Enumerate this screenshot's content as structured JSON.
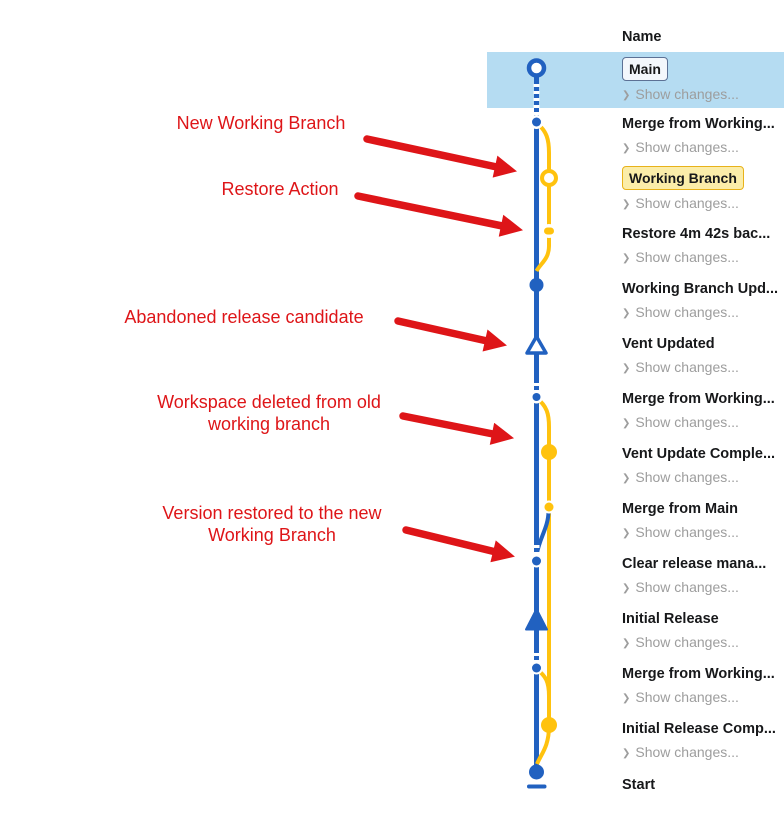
{
  "table": {
    "name_header": "Name",
    "show_changes_label": "Show changes...",
    "chevron_glyph": "❯",
    "rows": [
      {
        "name": "Main",
        "badge": "main",
        "selected": true
      },
      {
        "name": "Merge from Working..."
      },
      {
        "name": "Working Branch",
        "badge": "working"
      },
      {
        "name": "Restore 4m 42s bac..."
      },
      {
        "name": "Working Branch Upd..."
      },
      {
        "name": "Vent Updated"
      },
      {
        "name": "Merge from Working..."
      },
      {
        "name": "Vent Update Comple..."
      },
      {
        "name": "Merge from Main"
      },
      {
        "name": "Clear release mana..."
      },
      {
        "name": "Initial Release"
      },
      {
        "name": "Merge from Working..."
      },
      {
        "name": "Initial Release Comp..."
      },
      {
        "name": "Start"
      }
    ]
  },
  "annotations": [
    {
      "text": "New Working Branch"
    },
    {
      "text": "Restore Action"
    },
    {
      "text": "Abandoned release candidate"
    },
    {
      "text": "Workspace deleted from old\nworking branch"
    },
    {
      "text": "Version restored to the new\nWorking Branch"
    }
  ],
  "graph": {
    "branches": [
      {
        "name": "main",
        "color": "#2161c0"
      },
      {
        "name": "working-branch",
        "color": "#ffc20e"
      }
    ],
    "nodes": [
      {
        "label": "Main",
        "marker": "open-circle",
        "branch": "main"
      },
      {
        "label": "Merge from Working...",
        "marker": "small-dot",
        "branch": "main"
      },
      {
        "label": "Working Branch",
        "marker": "open-circle",
        "branch": "working-branch"
      },
      {
        "label": "Restore 4m 42s bac...",
        "marker": "dash",
        "branch": "working-branch"
      },
      {
        "label": "Working Branch Upd...",
        "marker": "solid-dot",
        "branch": "main"
      },
      {
        "label": "Vent Updated",
        "marker": "open-triangle",
        "branch": "main"
      },
      {
        "label": "Merge from Working...",
        "marker": "small-dot",
        "branch": "main"
      },
      {
        "label": "Vent Update Comple...",
        "marker": "solid-dot",
        "branch": "working-branch"
      },
      {
        "label": "Merge from Main",
        "marker": "small-dot",
        "branch": "working-branch"
      },
      {
        "label": "Clear release mana...",
        "marker": "small-dot",
        "branch": "main"
      },
      {
        "label": "Initial Release",
        "marker": "solid-triangle",
        "branch": "main"
      },
      {
        "label": "Merge from Working...",
        "marker": "small-dot",
        "branch": "main"
      },
      {
        "label": "Initial Release Comp...",
        "marker": "solid-dot",
        "branch": "working-branch"
      },
      {
        "label": "Start",
        "marker": "terminator-dot",
        "branch": "main"
      }
    ]
  },
  "colors": {
    "branch_blue": "#2161c0",
    "branch_yellow": "#ffc20e",
    "annotation_red": "#de1518",
    "selection_highlight": "#b5dcf2",
    "chip_main_border": "#5c7195",
    "chip_main_fill": "#f3f7fc",
    "chip_working_border": "#e8b21a",
    "chip_working_fill": "#fbeda9",
    "row_text": "#17181a",
    "muted_text": "#9d9d9d"
  }
}
